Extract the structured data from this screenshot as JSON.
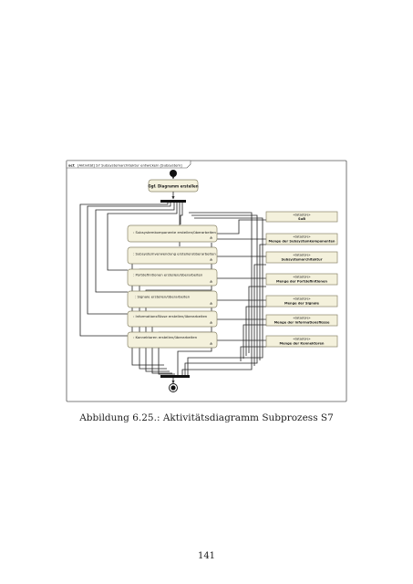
{
  "frame": {
    "title_kind": "act",
    "title": "[Aktivität] S7 Subsystemarchitektur entwickeln [Subsystem]"
  },
  "actions": [
    {
      "label": "Ggf. Diagramm erstellen"
    },
    {
      "label": ": Subsystemkomponente erstellen/überarbeiten"
    },
    {
      "label": ": Subsystemverwendung erstellen/überarbeiten"
    },
    {
      "label": ": Portdefinitionen erstellen/überarbeiten"
    },
    {
      "label": ": Signale erstellen/überarbeiten"
    },
    {
      "label": ": Informationsflüsse erstellen/überarbeiten"
    },
    {
      "label": ": Konnektoren erstellen/überarbeiten"
    }
  ],
  "datastores": [
    {
      "stereotype": "«datastore»",
      "label": "SuB"
    },
    {
      "stereotype": "«datastore»",
      "label": "Menge der Subsystemkomponenten"
    },
    {
      "stereotype": "«datastore»",
      "label": "Subsystemarchitektur"
    },
    {
      "stereotype": "«datastore»",
      "label": "Menge der Portdefinitionen"
    },
    {
      "stereotype": "«datastore»",
      "label": "Menge der Signale"
    },
    {
      "stereotype": "«datastore»",
      "label": "Menge der Informationsflüsse"
    },
    {
      "stereotype": "«datastore»",
      "label": "Menge der Konnektoren"
    }
  ],
  "caption": "Abbildung 6.25.: Aktivitätsdiagramm Subprozess S7",
  "page_number": "141",
  "colors": {
    "action_fill": "#f4f1dc",
    "action_border": "#8a856a",
    "datastore_fill": "#f4f1dc",
    "line": "#222222"
  }
}
